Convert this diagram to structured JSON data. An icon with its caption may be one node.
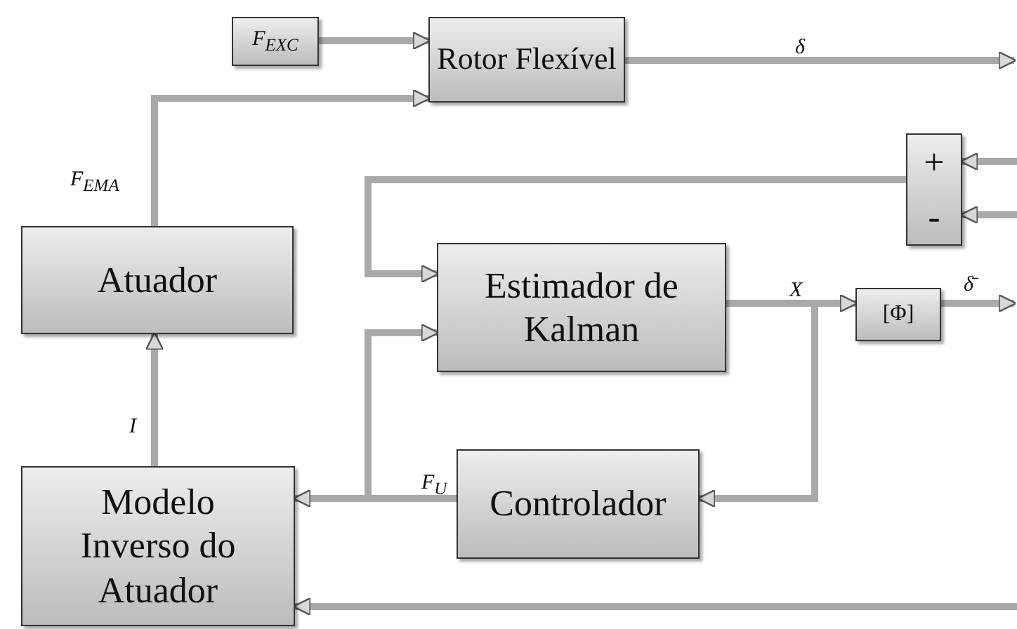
{
  "diagram": {
    "nodes": [
      {
        "text": [
          "F$_{EXC}$"
        ]
      },
      {
        "text": [
          "Rotor Flexível"
        ]
      },
      {
        "text": [
          "+",
          "-"
        ]
      },
      {
        "text": [
          "Atuador"
        ]
      },
      {
        "text": [
          "Estimador de Kalman"
        ]
      },
      {
        "text": [
          "[Φ]"
        ]
      },
      {
        "text": [
          "Controlador"
        ]
      },
      {
        "text": [
          "Modelo Inverso do Atuador"
        ]
      }
    ],
    "edges": [
      {
        "from": 0,
        "to": 1,
        "arrow": "to"
      },
      {
        "from": 3,
        "to": 1,
        "arrow": "to",
        "label": "F$_{EMA}$"
      },
      {
        "from": 1,
        "to": null,
        "arrow": "to",
        "label": "δ"
      },
      {
        "from": null,
        "to": 2,
        "arrow": "to"
      },
      {
        "from": null,
        "to": 2,
        "arrow": "to"
      },
      {
        "from": 2,
        "to": 4,
        "arrow": "to"
      },
      {
        "from": 4,
        "to": 5,
        "arrow": "to",
        "label": "X"
      },
      {
        "from": 5,
        "to": null,
        "arrow": "to",
        "label": "δ̄"
      },
      {
        "from": 4,
        "to": 6,
        "arrow": "to"
      },
      {
        "from": 6,
        "to": 7,
        "arrow": "to",
        "label": "F$_{U}$"
      },
      {
        "from": 6,
        "to": 4,
        "arrow": "to"
      },
      {
        "from": 7,
        "to": 3,
        "arrow": "to",
        "label": "I"
      },
      {
        "from": null,
        "to": 7,
        "arrow": "to"
      }
    ]
  }
}
